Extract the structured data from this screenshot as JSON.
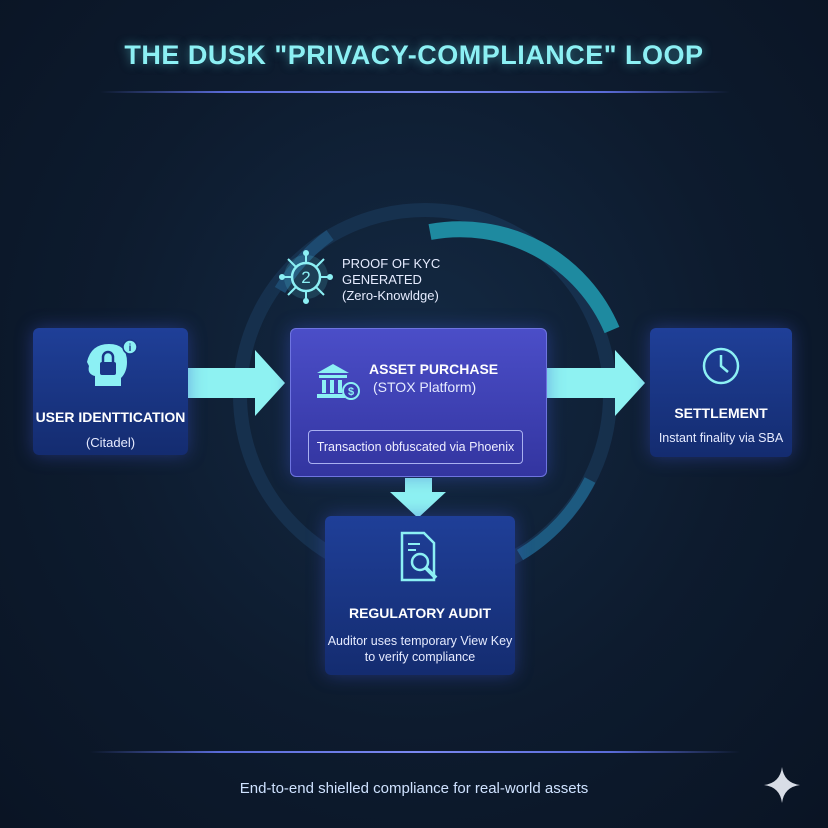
{
  "title": "THE DUSK \"PRIVACY-COMPLIANCE\" LOOP",
  "kyc": {
    "badge": "2",
    "line1": "PROOF OF KYC",
    "line2": "GENERATED",
    "line3": "(Zero-Knowldge)"
  },
  "user": {
    "title": "USER IDENTTICATION",
    "sub": "(Citadel)"
  },
  "asset": {
    "title": "ASSET PURCHASE",
    "sub": "(STOX Platform)",
    "note": "Transaction obfuscated via Phoenix"
  },
  "settlement": {
    "title": "SETTLEMENT",
    "sub": "Instant finality via SBA"
  },
  "audit": {
    "title": "REGULATORY AUDIT",
    "line1": "Auditor uses temporary View Key",
    "line2": "to verify compliance"
  },
  "caption": "End-to-end shielled compliance for real-world assets",
  "colors": {
    "accent": "#8cf0f4",
    "box": "#1f3f98",
    "purple": "#4b4ec8"
  }
}
